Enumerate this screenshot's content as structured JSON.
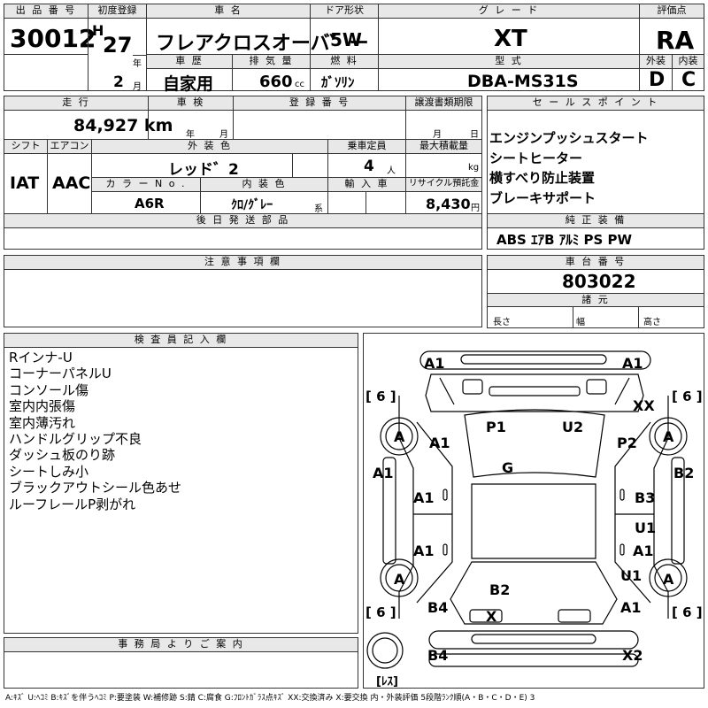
{
  "header": {
    "lot_no": {
      "label": "出 品 番 号",
      "value": "30012"
    },
    "first_reg": {
      "label": "初度登録",
      "era": "H",
      "year": "27",
      "year_unit": "年",
      "month": "2",
      "month_unit": "月"
    },
    "car_name": {
      "label": "車 名",
      "value": "フレアクロスオーバ゛ー"
    },
    "door": {
      "label": "ドア形状",
      "value": "5W"
    },
    "grade": {
      "label": "グ レ ー ド",
      "value": "XT"
    },
    "score": {
      "label": "評価点",
      "value": "RA"
    },
    "history": {
      "label": "車 歴",
      "value": "自家用"
    },
    "displacement": {
      "label": "排 気 量",
      "value": "660",
      "unit": "cc"
    },
    "fuel": {
      "label": "燃 料",
      "value": "ｶﾞｿﾘﾝ"
    },
    "model": {
      "label": "型 式",
      "value": "DBA-MS31S"
    },
    "exterior": {
      "label": "外装",
      "value": "D"
    },
    "interior": {
      "label": "内装",
      "value": "C"
    }
  },
  "row2": {
    "mileage": {
      "label": "走 行",
      "value": "84,927 km"
    },
    "inspection": {
      "label": "車 検",
      "year_unit": "年",
      "month_unit": "月"
    },
    "reg_no": {
      "label": "登 録 番 号"
    },
    "transfer": {
      "label": "譲渡書類期限",
      "month_unit": "月",
      "day_unit": "日"
    },
    "shift": {
      "label": "シフト",
      "value": "IAT"
    },
    "ac": {
      "label": "エアコン",
      "value": "AAC"
    },
    "ext_color": {
      "label": "外 装 色",
      "value": "レッド゛2"
    },
    "capacity": {
      "label": "乗車定員",
      "value": "4",
      "unit": "人"
    },
    "max_load": {
      "label": "最大積載量",
      "unit": "kg"
    },
    "color_no": {
      "label": "カ ラ ー N o .",
      "value": "A6R"
    },
    "int_color": {
      "label": "内 装 色",
      "value": "ｸﾛ/ｸﾞﾚｰ",
      "suffix": "系"
    },
    "import": {
      "label": "輸 入 車"
    },
    "recycle": {
      "label": "リサイクル預託金",
      "value": "8,430",
      "unit": "円"
    },
    "later_parts": {
      "label": "後 日 発 送 部 品"
    }
  },
  "sales_point": {
    "label": "セ ー ル ス ポ イ ン ト",
    "items": [
      "エンジンプッシュスタート",
      "シートヒーター",
      "横すべり防止装置",
      "ブレーキサポート"
    ]
  },
  "equipment": {
    "label": "純 正 装 備",
    "value": "ABS ｴｱB ｱﾙﾐ PS PW"
  },
  "notes": {
    "label": "注 意 事 項 欄"
  },
  "chassis": {
    "label": "車 台 番 号",
    "value": "803022"
  },
  "specs": {
    "label": "諸 元",
    "length": "長さ",
    "width": "幅",
    "height": "高さ"
  },
  "inspector": {
    "label": "検 査 員 記 入 欄",
    "lines": [
      "Rインナ-U",
      "コーナーパネルU",
      "コンソール傷",
      "室内内張傷",
      "室内薄汚れ",
      "ハンドルグリップ不良",
      "ダッシュ板のり跡",
      "シートしみ小",
      "ブラックアウトシール色あせ",
      "ルーフレールP剥がれ"
    ]
  },
  "office": {
    "label": "事 務 局 よ り ご 案 内"
  },
  "diagram": {
    "tire_front_left": "[ 6 ]",
    "tire_front_right": "[ 6 ]",
    "tire_rear_left": "[ 6 ]",
    "tire_rear_right": "[ 6 ]",
    "spare": "[ﾚｽ]",
    "labels": [
      "A1",
      "A1",
      "XX",
      "A",
      "A",
      "A1",
      "P1",
      "U2",
      "P2",
      "G",
      "A1",
      "B2",
      "A1",
      "B3",
      "U1",
      "A1",
      "A1",
      "A",
      "U1",
      "A",
      "B2",
      "B4",
      "X",
      "A1",
      "B4",
      "X2"
    ]
  },
  "legend": "A:ｷｽﾞ U:ﾍｺﾐ B:ｷｽﾞを伴うﾍｺﾐ P:要塗装 W:補修跡 S:錆 C:腐食 G:ﾌﾛﾝﾄｶﾞﾗｽ点ｷｽﾞ XX:交換済み X:要交換 内・外装評価 5段階ﾗﾝｸ順(A・B・C・D・E) 3"
}
